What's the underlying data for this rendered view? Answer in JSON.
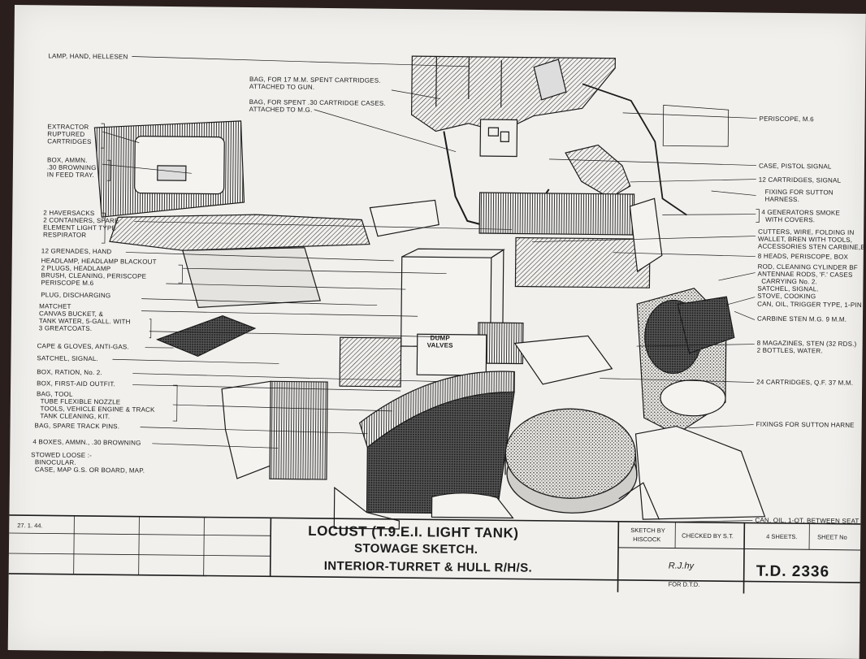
{
  "drawing": {
    "labels_left": [
      {
        "key": "lamp",
        "text": "LAMP, HAND, HELLESEN"
      },
      {
        "key": "extractor",
        "text": "EXTRACTOR\nRUPTURED\nCARTRIDGES"
      },
      {
        "key": "box_ammn_feed",
        "text": "BOX, AMMN.\n.30 BROWNING\nIN FEED TRAY."
      },
      {
        "key": "haversacks",
        "text": "2 HAVERSACKS\n2 CONTAINERS, SPARE\nELEMENT LIGHT TYPE\nRESPIRATOR"
      },
      {
        "key": "grenades",
        "text": "12 GRENADES, HAND"
      },
      {
        "key": "headlamp",
        "text": "HEADLAMP, HEADLAMP BLACKOUT\n2 PLUGS, HEADLAMP\nBRUSH, CLEANING, PERISCOPE\nPERISCOPE M.6"
      },
      {
        "key": "discharger",
        "text": "PLUG, DISCHARGING"
      },
      {
        "key": "matchet",
        "text": "MATCHET\nCANVAS BUCKET, &\nTANK WATER, 5-GALL. WITH\n3 GREATCOATS."
      },
      {
        "key": "cape",
        "text": "CAPE & GLOVES, ANTI-GAS."
      },
      {
        "key": "satchel_signal",
        "text": "SATCHEL, SIGNAL."
      },
      {
        "key": "box_ration",
        "text": "BOX, RATION, No. 2."
      },
      {
        "key": "box_first_aid",
        "text": "BOX, FIRST-AID OUTFIT."
      },
      {
        "key": "bag_tool",
        "text": "BAG, TOOL\n  TUBE FLEXIBLE NOZZLE\n  TOOLS, VEHICLE ENGINE & TRACK\n  TANK CLEANING, KIT."
      },
      {
        "key": "bag_track",
        "text": "BAG, SPARE TRACK PINS."
      },
      {
        "key": "boxes_ammn",
        "text": "4 BOXES, AMMN., .30 BROWNING"
      },
      {
        "key": "stowed_loose",
        "text": "STOWED LOOSE :-\n  BINOCULAR.\n  CASE, MAP G.S. OR BOARD, MAP."
      }
    ],
    "labels_top": [
      {
        "key": "bag_17mm",
        "text": "BAG, FOR 17 M.M. SPENT CARTRIDGES.\nATTACHED TO GUN."
      },
      {
        "key": "bag_30",
        "text": "BAG, FOR SPENT .30 CARTRIDGE CASES.\nATTACHED TO M.G."
      }
    ],
    "labels_right": [
      {
        "key": "periscope",
        "text": "PERISCOPE, M.6"
      },
      {
        "key": "case_pistol",
        "text": "CASE, PISTOL SIGNAL"
      },
      {
        "key": "cartridges_signal",
        "text": "12 CARTRIDGES, SIGNAL"
      },
      {
        "key": "fixing_sutton_1",
        "text": "FIXING FOR SUTTON\nHARNESS."
      },
      {
        "key": "generators",
        "text": "4 GENERATORS SMOKE\n  WITH COVERS."
      },
      {
        "key": "cutters",
        "text": "CUTTERS, WIRE, FOLDING IN\nWALLET, BREN WITH TOOLS,\nACCESSORIES STEN CARBINE,BE"
      },
      {
        "key": "heads_periscope",
        "text": "8 HEADS, PERISCOPE, BOX"
      },
      {
        "key": "rod_cleaning",
        "text": "ROD, CLEANING CYLINDER BF\nANTENNAE RODS, 'F.' CASES\n  CARRYING No. 2."
      },
      {
        "key": "satchel_stove",
        "text": "SATCHEL, SIGNAL.\nSTOVE, COOKING"
      },
      {
        "key": "can_oil_trigger",
        "text": "CAN, OIL, TRIGGER TYPE, 1-PIN"
      },
      {
        "key": "carbine",
        "text": "CARBINE STEN M.G. 9 M.M."
      },
      {
        "key": "magazines",
        "text": "8 MAGAZINES, STEN (32 RDS.)\n2 BOTTLES, WATER."
      },
      {
        "key": "cartridges_24",
        "text": "24 CARTRIDGES, Q.F. 37 M.M."
      },
      {
        "key": "fixings_sutton_2",
        "text": "FIXINGS FOR SUTTON HARNE"
      },
      {
        "key": "can_oil_1qt",
        "text": "CAN, OIL, 1-QT. BETWEEN SEAT"
      }
    ],
    "stamp_text": "DUMP\nVALVES"
  },
  "title_block": {
    "date": "27. 1. 44.",
    "title": "LOCUST (T.9.E.I. LIGHT TANK)",
    "subtitle1": "STOWAGE SKETCH.",
    "subtitle2": "INTERIOR-TURRET & HULL R/H/S.",
    "sketch_by_label": "SKETCH BY",
    "sketch_by_name": "HISCOCK",
    "checked_by": "CHECKED BY S.T.",
    "sheets": "4 SHEETS.",
    "sheet_no": "SHEET No",
    "signature": "R.J.hy",
    "for_dtd": "FOR D.T.D.",
    "drawing_number": "T.D. 2336"
  },
  "colors": {
    "paper": "#f1f0ed",
    "ink": "#1b1b1b",
    "background": "#2a1f1c"
  }
}
